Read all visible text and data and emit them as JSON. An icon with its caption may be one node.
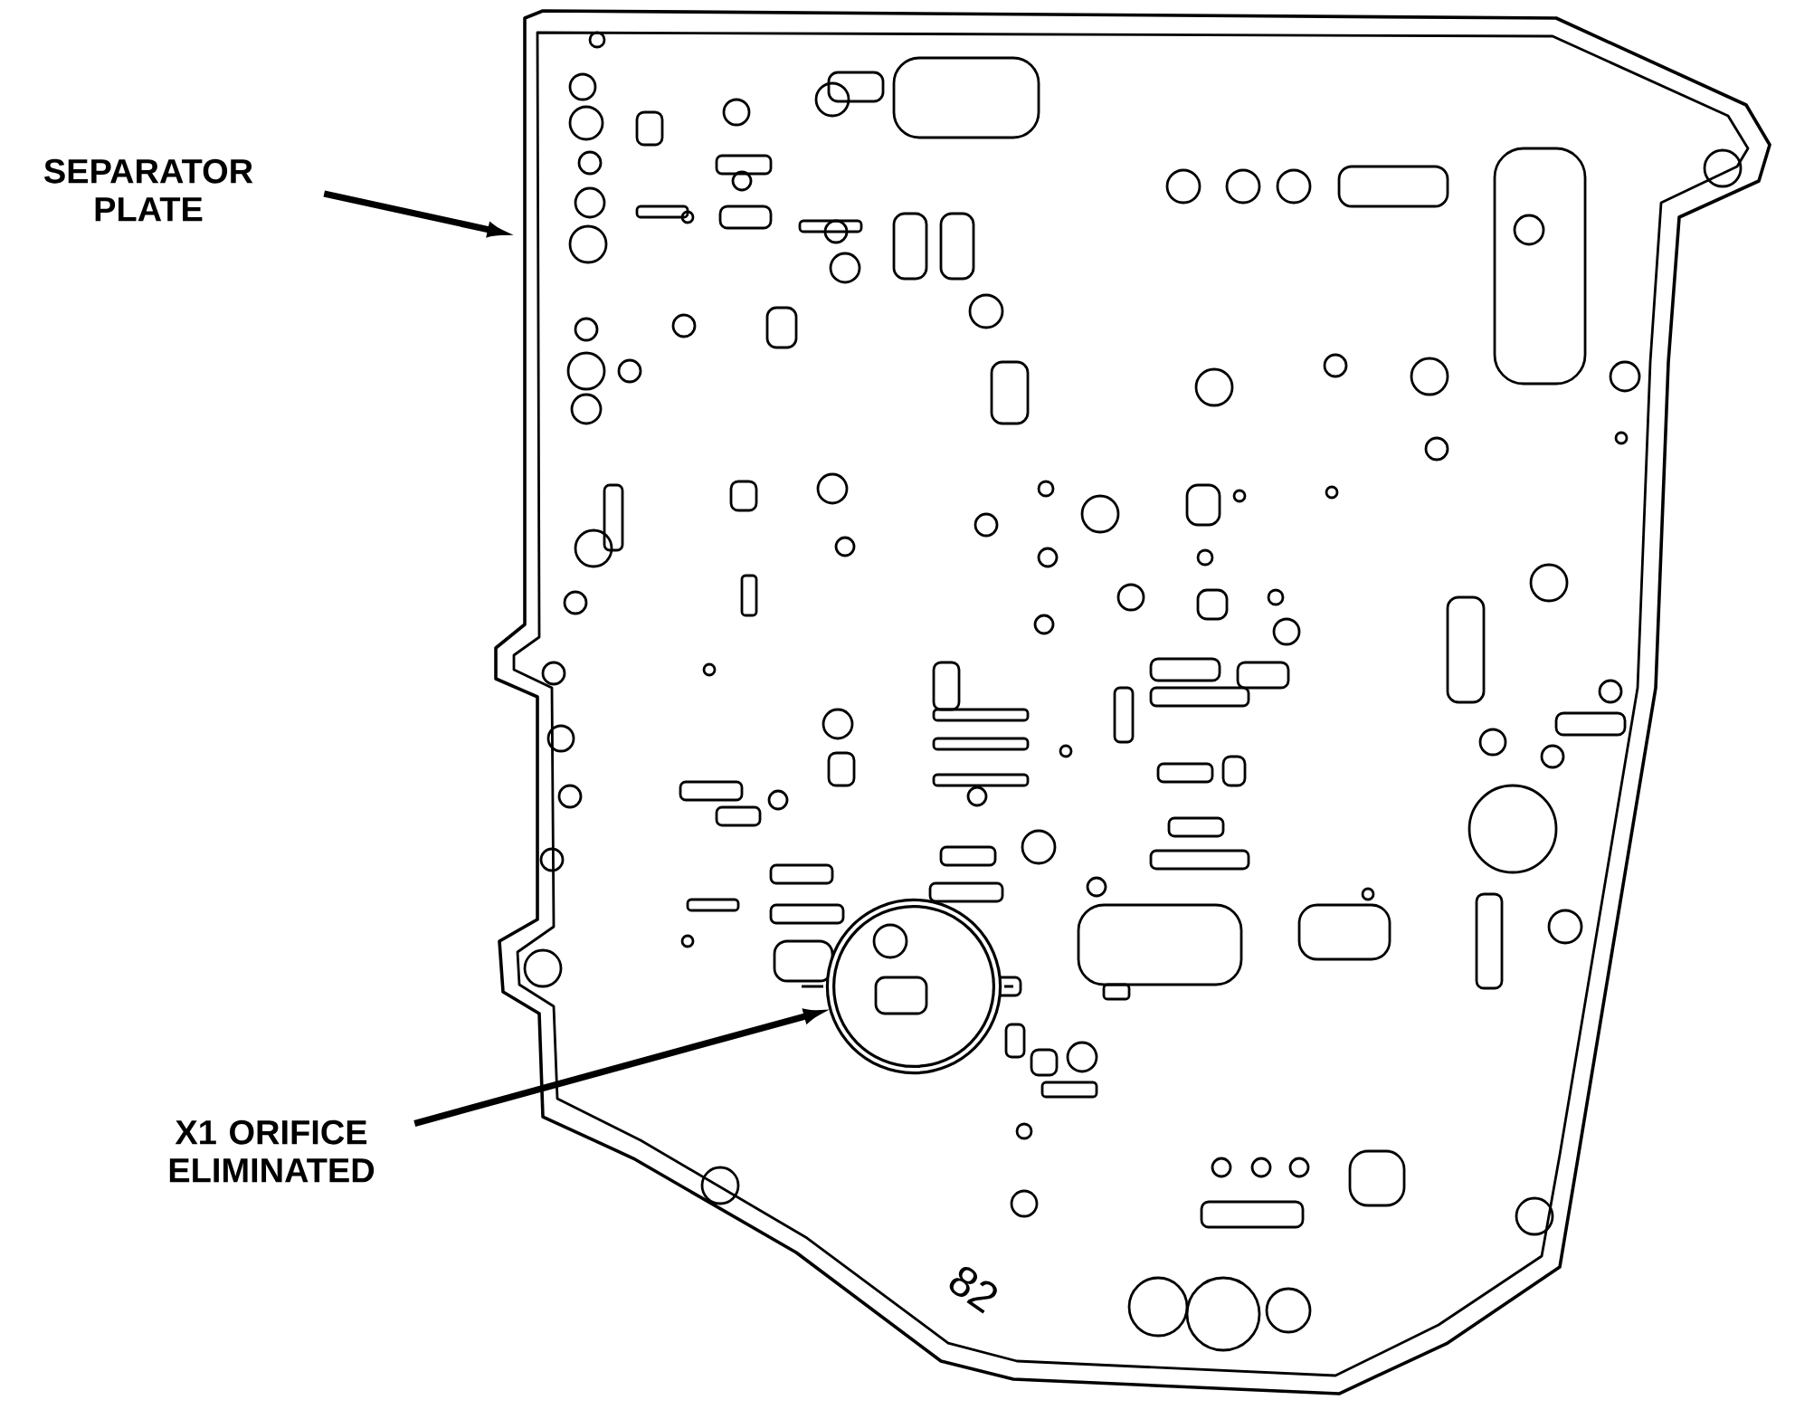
{
  "diagram": {
    "nodes": [
      {
        "text": [
          "SEPARATOR PLATE"
        ]
      },
      {
        "text": [],
        "shape": "picture"
      },
      {
        "text": [
          "X1 ORIFICE ELIMINATED"
        ]
      },
      {
        "text": [],
        "shape": "circle",
        "in": 1
      }
    ],
    "edges": [
      {
        "from": 0,
        "to": 1,
        "arrow": "to"
      },
      {
        "from": 2,
        "to": 3,
        "arrow": "to"
      }
    ],
    "labels": [
      "82"
    ]
  }
}
